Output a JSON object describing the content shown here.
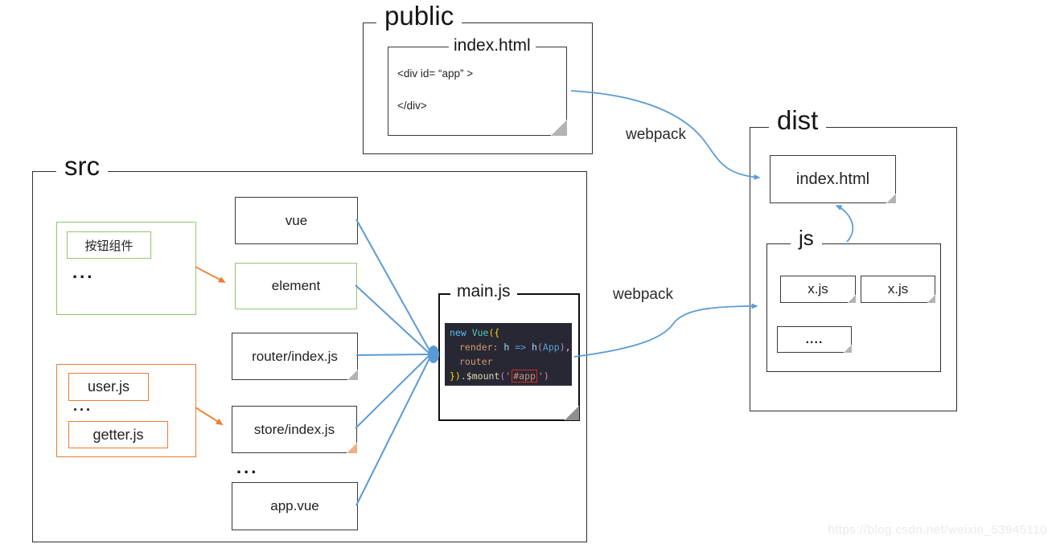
{
  "public_group": {
    "title": "public",
    "note_title": "index.html",
    "code_line1": "<div id= “app” >",
    "code_line2": "</div>"
  },
  "src_group": {
    "title": "src",
    "components_box": {
      "button_label": "按钮组件",
      "dots": "..."
    },
    "modules_box": {
      "user_label": "user.js",
      "dots": "...",
      "getter_label": "getter.js"
    },
    "files": {
      "vue": "vue",
      "element": "element",
      "router": "router/index.js",
      "store": "store/index.js",
      "dots": "...",
      "app_vue": "app.vue"
    },
    "main_js": {
      "title": "main.js",
      "code": {
        "kw_new": "new ",
        "cls_vue": "Vue",
        "open": "({",
        "prop_render": "render: ",
        "param_h": "h ",
        "arrow": "=> ",
        "fn_h": "h",
        "paren_open": "(",
        "arg_app": "App",
        "paren_close": ")",
        "comma": ",",
        "prop_router": "router",
        "close_braces": "})",
        "dot": ".",
        "mount_fn": "$mount",
        "mount_paren_open": "(",
        "quote_open": "'",
        "selector": "#app",
        "quote_close": "'",
        "mount_paren_close": ")"
      }
    }
  },
  "dist_group": {
    "title": "dist",
    "index_html_label": "index.html",
    "js_group": {
      "title": "js",
      "file_1": "x.js",
      "file_2": "x.js",
      "file_3": "...."
    }
  },
  "arrows": {
    "webpack_top_label": "webpack",
    "webpack_bottom_label": "webpack"
  },
  "watermark": "https://blog.csdn.net/weixin_53945110",
  "colors": {
    "connector_blue": "#5B9BD5",
    "accent_orange": "#ED7D31",
    "accent_green": "#94C66D",
    "code_background": "#282835",
    "highlight_red": "#E1251B"
  }
}
